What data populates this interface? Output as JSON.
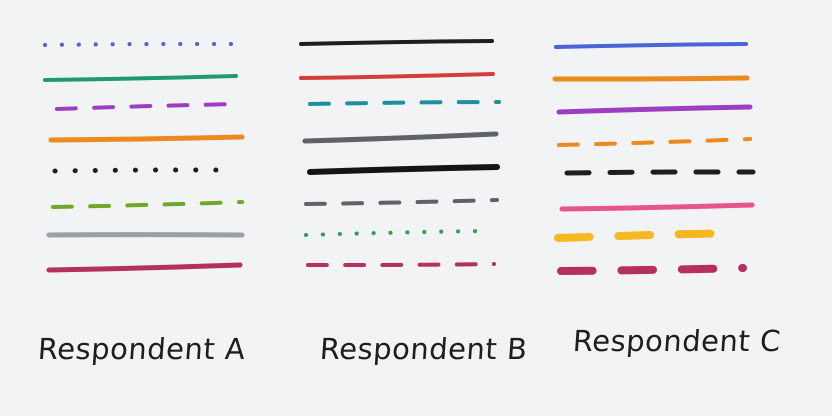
{
  "groups": [
    {
      "label": "Respondent A",
      "lines": [
        {
          "color": "#4a63d8",
          "style": "dotted"
        },
        {
          "color": "#1e9a6e",
          "style": "solid"
        },
        {
          "color": "#9b3fc0",
          "style": "dashed"
        },
        {
          "color": "#ec8a1e",
          "style": "solid"
        },
        {
          "color": "#1e1e1e",
          "style": "dotted"
        },
        {
          "color": "#6fa82a",
          "style": "dashed"
        },
        {
          "color": "#9aa0a6",
          "style": "solid"
        },
        {
          "color": "#b5305c",
          "style": "solid"
        }
      ]
    },
    {
      "label": "Respondent B",
      "lines": [
        {
          "color": "#1e1e1e",
          "style": "solid"
        },
        {
          "color": "#d63b3b",
          "style": "solid"
        },
        {
          "color": "#1f8fa0",
          "style": "dashed"
        },
        {
          "color": "#5f6368",
          "style": "solid"
        },
        {
          "color": "#141414",
          "style": "solid"
        },
        {
          "color": "#5f6368",
          "style": "dashed"
        },
        {
          "color": "#2f9e4f",
          "style": "dotted"
        },
        {
          "color": "#b5305c",
          "style": "dashed"
        }
      ]
    },
    {
      "label": "Respondent C",
      "lines": [
        {
          "color": "#4a63d8",
          "style": "solid"
        },
        {
          "color": "#ec8a1e",
          "style": "solid"
        },
        {
          "color": "#9b3fc0",
          "style": "solid"
        },
        {
          "color": "#ec8a1e",
          "style": "dashed"
        },
        {
          "color": "#1e1e1e",
          "style": "dashed"
        },
        {
          "color": "#e8558c",
          "style": "solid"
        },
        {
          "color": "#f5b820",
          "style": "dashed"
        },
        {
          "color": "#b5305c",
          "style": "dashed"
        }
      ]
    }
  ]
}
